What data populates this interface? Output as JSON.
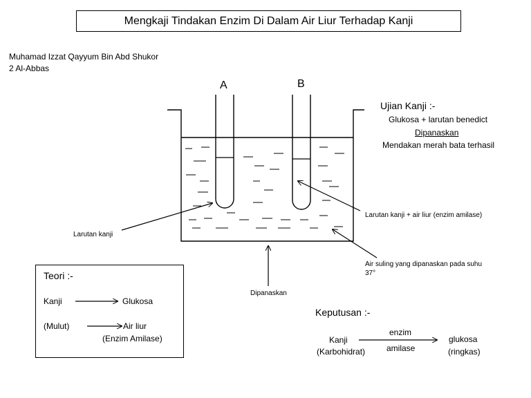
{
  "title": "Mengkaji Tindakan Enzim Di Dalam Air Liur Terhadap Kanji",
  "author": {
    "name": "Muhamad Izzat Qayyum Bin Abd Shukor",
    "class": "2 Al-Abbas"
  },
  "tubes": {
    "a_label": "A",
    "b_label": "B"
  },
  "labels": {
    "starch_solution": "Larutan kanji",
    "starch_saliva": "Larutan kanji + air liur  (enzim amilase)",
    "water_line1": "Air suling yang dipanaskan pada suhu",
    "water_line2": "37°",
    "heated": "Dipanaskan"
  },
  "starch_test": {
    "heading": "Ujian Kanji  :-",
    "line1": "Glukosa + larutan benedict",
    "line2": "Dipanaskan",
    "line3": "Mendakan merah bata terhasil"
  },
  "theory": {
    "heading": "Teori :-",
    "row1_left": "Kanji",
    "row1_right": "Glukosa",
    "row2_left": "(Mulut)",
    "row2_right": "Air liur",
    "row2_sub": "(Enzim  Amilase)"
  },
  "conclusion": {
    "heading": "Keputusan :-",
    "left_line1": "Kanji",
    "left_line2": "(Karbohidrat)",
    "arrow_top": "enzim",
    "arrow_bottom": "amilase",
    "right_line1": "glukosa",
    "right_line2": "(ringkas)"
  }
}
